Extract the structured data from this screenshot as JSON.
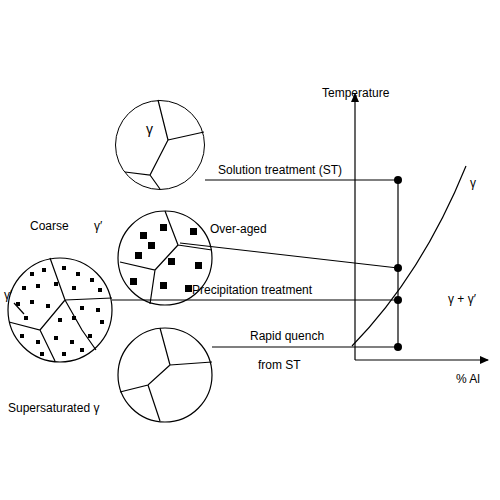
{
  "diagram": {
    "nodes": [
      {
        "text": [
          "γ"
        ]
      }
    ],
    "labels": [
      "Temperature",
      "γ",
      "γ + γ′",
      "% Al",
      "Solution treatment (ST)",
      "Over-aged",
      "Precipitation treatment",
      "Rapid quench",
      "from ST",
      "Coarse γ′",
      "γ′",
      "Supersaturated γ"
    ]
  }
}
